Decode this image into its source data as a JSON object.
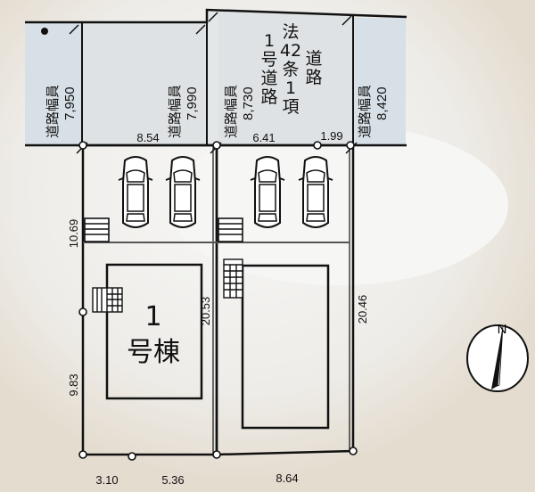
{
  "colors": {
    "background": "#e8e2d8",
    "road_light_blue": "#d7e0e6",
    "road_gray": "#dfe2e4",
    "lot_fill": "#f4f4ea",
    "building_fill": "#fafadf",
    "line": "#111111"
  },
  "roads": [
    {
      "label": "道路幅員",
      "width": "7,950"
    },
    {
      "label": "道路幅員",
      "width": "7,990"
    },
    {
      "label": "道路幅員",
      "width": "8,730"
    },
    {
      "label": "道路幅員",
      "width": "8,420"
    }
  ],
  "road_type_columns": [
    [
      "道",
      "路"
    ],
    [
      "法",
      "42",
      "条",
      "1",
      "項"
    ],
    [
      "1",
      "号",
      "道",
      "路"
    ]
  ],
  "dimensions": {
    "front_left": "8.54",
    "front_right_a": "6.41",
    "front_right_b": "1.99",
    "left_side_upper": "10.69",
    "left_side_lower": "9.83",
    "middle_boundary": "20.53",
    "right_side": "20.46",
    "rear_a": "3.10",
    "rear_b": "5.36",
    "rear_right": "8.64"
  },
  "buildings": [
    {
      "number": "1",
      "suffix": "号棟"
    }
  ],
  "compass": {
    "label": "N",
    "icon": "north-arrow-icon"
  },
  "parking_spaces": 4
}
